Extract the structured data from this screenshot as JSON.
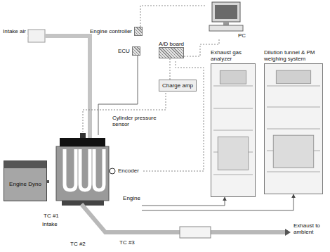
{
  "diagram": {
    "nodes": [
      {
        "text": [
          "Engine controller"
        ]
      },
      {
        "text": [
          "ECU"
        ]
      },
      {
        "text": [
          "A/D board"
        ]
      },
      {
        "text": [
          "PC"
        ]
      },
      {
        "text": [
          "Charge amp"
        ]
      },
      {
        "text": [
          "Exhaust gas analyzer"
        ]
      },
      {
        "text": [
          "Dilution tunnel & PM weighing system"
        ]
      },
      {
        "text": [
          "Engine Dyno"
        ]
      },
      {
        "text": [
          "Engine"
        ]
      }
    ],
    "edges": [
      {
        "from": 0,
        "to": 3,
        "arrow": "none"
      },
      {
        "from": 1,
        "to": 8,
        "arrow": "none"
      },
      {
        "from": 4,
        "to": 2,
        "arrow": "none"
      },
      {
        "from": 2,
        "to": 3,
        "arrow": "none"
      },
      {
        "from": 8,
        "to": 5,
        "arrow": "to"
      },
      {
        "from": 8,
        "to": 6,
        "arrow": "to"
      },
      {
        "from": 7,
        "to": 8,
        "arrow": "none"
      }
    ],
    "labels": [
      "Intake air",
      "Cylinder pressure sensor",
      "Encoder",
      "Exhaust to ambient",
      "TC #1",
      "Intake",
      "TC #2",
      "TC #3"
    ]
  }
}
